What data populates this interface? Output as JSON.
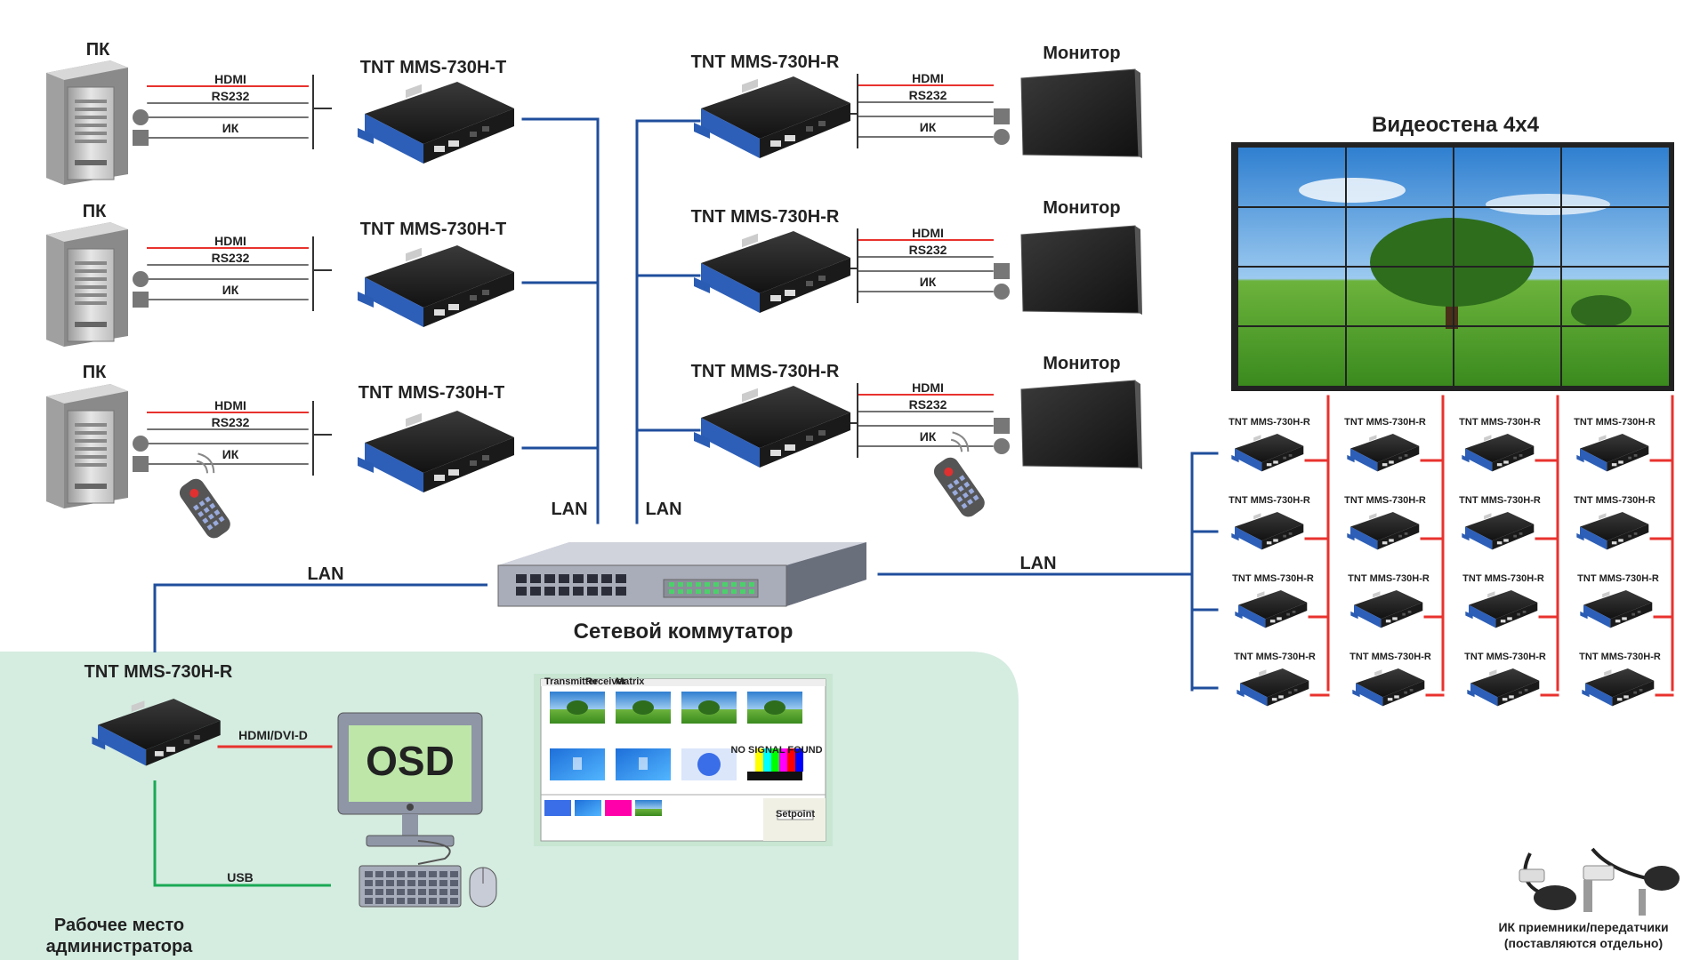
{
  "pc_label": "ПК",
  "transmitter_label": "TNT MMS-730H-T",
  "receiver_label": "TNT MMS-730H-R",
  "monitor_label": "Монитор",
  "signals": [
    "HDMI",
    "RS232",
    "ИК"
  ],
  "lan_label": "LAN",
  "switch_label": "Сетевой коммутатор",
  "videowall_title": "Видеостена 4х4",
  "admin_receiver_label": "TNT MMS-730H-R",
  "admin_hdmi_label": "HDMI/DVI-D",
  "admin_usb_label": "USB",
  "osd_label": "OSD",
  "admin_workplace_label_1": "Рабочее место",
  "admin_workplace_label_2": "администратора",
  "ir_caption_1": "ИК приемники/передатчики",
  "ir_caption_2": "(поставляются отдельно)",
  "osd_window": {
    "tabs": [
      "Transmitter",
      "Receiver",
      "Matrix"
    ],
    "button": "Setpoint",
    "no_signal": "NO SIGNAL FOUND"
  },
  "colors": {
    "lan_line": "#1f4e9c",
    "hdmi_line": "#e8322e",
    "usb_line": "#1aaa55",
    "admin_area": "#d5ece1",
    "device_accent": "#2d5fb8"
  }
}
